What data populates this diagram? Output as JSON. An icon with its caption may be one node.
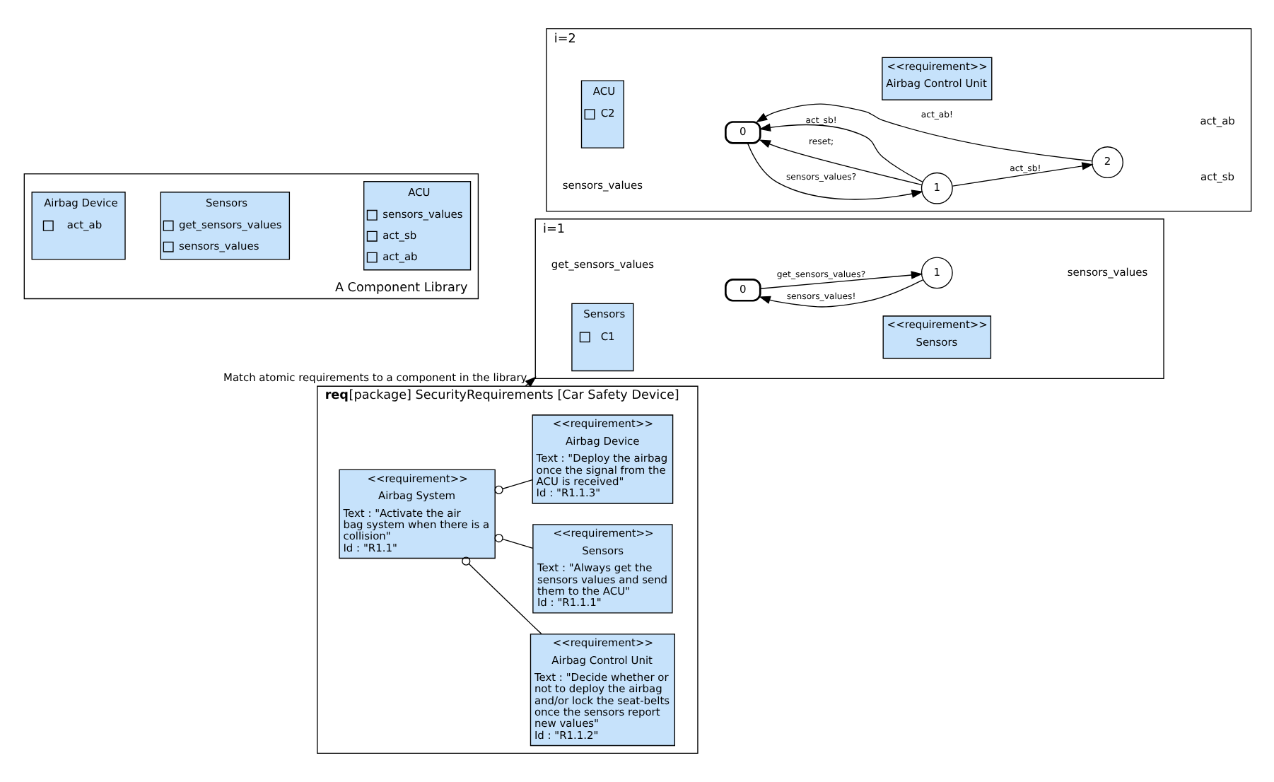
{
  "diagram": {
    "nodes": [
      {
        "text": [
          "A Component Library"
        ]
      },
      {
        "text": [
          "Airbag Device",
          "act_ab"
        ],
        "in": 0
      },
      {
        "text": [
          "Sensors",
          "get_sensors_values",
          "sensors_values"
        ],
        "in": 0
      },
      {
        "text": [
          "ACU",
          "sensors_values",
          "act_sb",
          "act_ab"
        ],
        "in": 0
      },
      {
        "text": [
          "i=1"
        ]
      },
      {
        "text": [
          "Sensors",
          "C1"
        ],
        "in": 4
      },
      {
        "text": [
          "<<requirement>>",
          "Sensors"
        ],
        "in": 4
      },
      {
        "text": [
          "0"
        ],
        "in": 4
      },
      {
        "text": [
          "1"
        ],
        "in": 4
      },
      {
        "text": [
          "req",
          "[package] SecurityRequirements [Car Safety Device]"
        ]
      },
      {
        "text": [
          "<<requirement>>",
          "Airbag System",
          "Text : \"Activate the air bag system when there is a collision\"",
          "Id : \"R1.1\""
        ],
        "in": 9
      },
      {
        "text": [
          "<<requirement>>",
          "Sensors",
          "Text : \"Always get the sensors values and send them to the ACU\"",
          "Id : \"R1.1.1\""
        ],
        "in": 9
      },
      {
        "text": [
          "<<requirement>>",
          "Airbag Device",
          "Text : \"Deploy the airbag once the signal from the ACU is received\"",
          "Id : \"R1.1.3\""
        ],
        "in": 9
      },
      {
        "text": [
          "<<requirement>>",
          "Airbag Control Unit",
          "Text : \"Decide whether or not to deploy the airbag and/or lock the seat-belts once the sensors report new values\"",
          "Id : \"R1.1.2\""
        ],
        "in": 9
      },
      {
        "text": [
          "i=2"
        ]
      },
      {
        "text": [
          "0"
        ],
        "in": 14
      },
      {
        "text": [
          "1"
        ],
        "in": 14
      },
      {
        "text": [
          "2"
        ],
        "in": 14
      },
      {
        "text": [
          "ACU",
          "C2"
        ],
        "in": 14
      },
      {
        "text": [
          "<<requirement>>",
          "Airbag Control Unit"
        ],
        "in": 14
      }
    ],
    "edges": [
      {
        "from": 9,
        "to": 4,
        "arrow": "to",
        "label": "Match atomic requirements to a component in the library"
      },
      {
        "from": 7,
        "to": 8,
        "arrow": "to",
        "label": "get_sensors_values?"
      },
      {
        "from": 8,
        "to": 7,
        "arrow": "to",
        "label": "sensors_values!"
      },
      {
        "from": 10,
        "to": 11,
        "arrow": "other"
      },
      {
        "from": 10,
        "to": 12,
        "arrow": "other"
      },
      {
        "from": 10,
        "to": 13,
        "arrow": "other"
      },
      {
        "from": 15,
        "to": 16,
        "arrow": "to",
        "label": "sensors_values?"
      },
      {
        "from": 16,
        "to": 17,
        "arrow": "to",
        "label": "act_sb!"
      },
      {
        "from": 17,
        "to": 15,
        "arrow": "to",
        "label": "act_ab!"
      },
      {
        "from": 16,
        "to": 15,
        "arrow": "to",
        "label": "reset;"
      },
      {
        "from": 16,
        "to": 15,
        "arrow": "to",
        "label": "act_sb!"
      }
    ],
    "labels": [
      "get_sensors_values",
      "sensors_values",
      "sensors_values",
      "act_sb",
      "act_ab"
    ]
  }
}
